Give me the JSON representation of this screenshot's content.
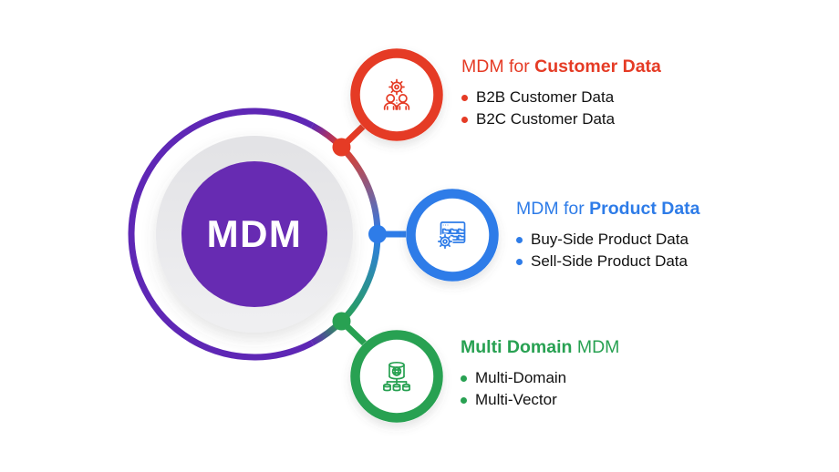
{
  "center": {
    "label": "MDM"
  },
  "colors": {
    "hub_purple": "#672bb2",
    "ring_purple": "#5e27b5",
    "red": "#e53b25",
    "blue": "#2e7ce8",
    "green": "#28a152",
    "gray_ring": "#e9e9eb",
    "bullet_text": "#111111",
    "background": "#ffffff"
  },
  "sections": [
    {
      "id": "customer",
      "icon": "people-gear-icon",
      "color": "#e53b25",
      "title_regular": "MDM for",
      "title_bold": "Customer Data",
      "items": [
        "B2B Customer Data",
        "B2C Customer Data"
      ]
    },
    {
      "id": "product",
      "icon": "window-folders-gear-icon",
      "color": "#2e7ce8",
      "title_regular": "MDM for",
      "title_bold": "Product Data",
      "items": [
        "Buy-Side Product Data",
        "Sell-Side Product Data"
      ]
    },
    {
      "id": "multidomain",
      "icon": "database-globe-network-icon",
      "color": "#28a152",
      "title_bold": "Multi Domain",
      "title_regular": "MDM",
      "items": [
        "Multi-Domain",
        "Multi-Vector"
      ]
    }
  ]
}
